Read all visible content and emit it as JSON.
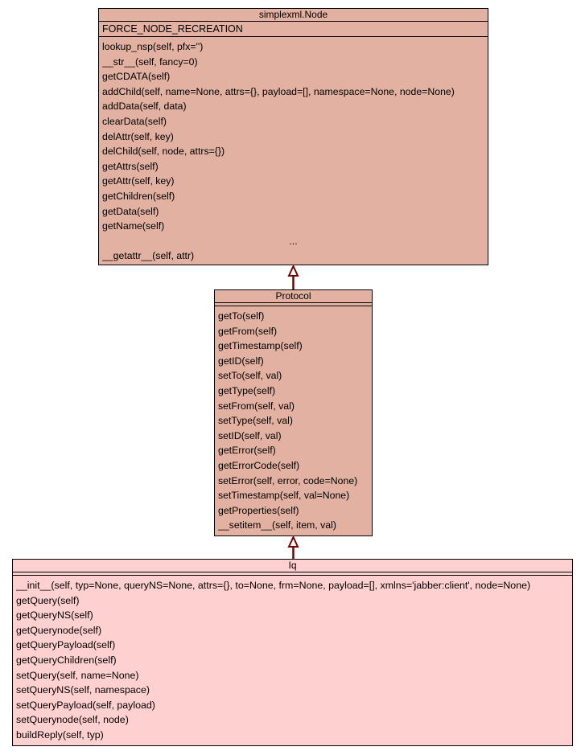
{
  "colors": {
    "base_fill": "#e2b1a1",
    "leaf_fill": "#fed1d0",
    "border": "#000000",
    "arrow": "#7a0000"
  },
  "classes": [
    {
      "id": "node",
      "name": "simplexml.Node",
      "attributes": [
        "FORCE_NODE_RECREATION"
      ],
      "methods": [
        "lookup_nsp(self, pfx='')",
        "__str__(self, fancy=0)",
        "getCDATA(self)",
        "addChild(self, name=None, attrs={}, payload=[], namespace=None, node=None)",
        "addData(self, data)",
        "clearData(self)",
        "delAttr(self, key)",
        "delChild(self, node, attrs={})",
        "getAttrs(self)",
        "getAttr(self, key)",
        "getChildren(self)",
        "getData(self)",
        "getName(self)",
        "...",
        "__getattr__(self, attr)"
      ]
    },
    {
      "id": "protocol",
      "name": "Protocol",
      "attributes": [],
      "methods": [
        "getTo(self)",
        "getFrom(self)",
        "getTimestamp(self)",
        "getID(self)",
        "setTo(self, val)",
        "getType(self)",
        "setFrom(self, val)",
        "setType(self, val)",
        "setID(self, val)",
        "getError(self)",
        "getErrorCode(self)",
        "setError(self, error, code=None)",
        "setTimestamp(self, val=None)",
        "getProperties(self)",
        "__setitem__(self, item, val)"
      ]
    },
    {
      "id": "iq",
      "name": "Iq",
      "attributes": [],
      "methods": [
        "__init__(self, typ=None, queryNS=None, attrs={}, to=None, frm=None, payload=[], xmlns='jabber:client', node=None)",
        "getQuery(self)",
        "getQueryNS(self)",
        "getQuerynode(self)",
        "getQueryPayload(self)",
        "getQueryChildren(self)",
        "setQuery(self, name=None)",
        "setQueryNS(self, namespace)",
        "setQueryPayload(self, payload)",
        "setQuerynode(self, node)",
        "buildReply(self, typ)"
      ]
    }
  ],
  "relations": [
    {
      "from": "protocol",
      "to": "node",
      "kind": "generalization"
    },
    {
      "from": "iq",
      "to": "protocol",
      "kind": "generalization"
    }
  ]
}
